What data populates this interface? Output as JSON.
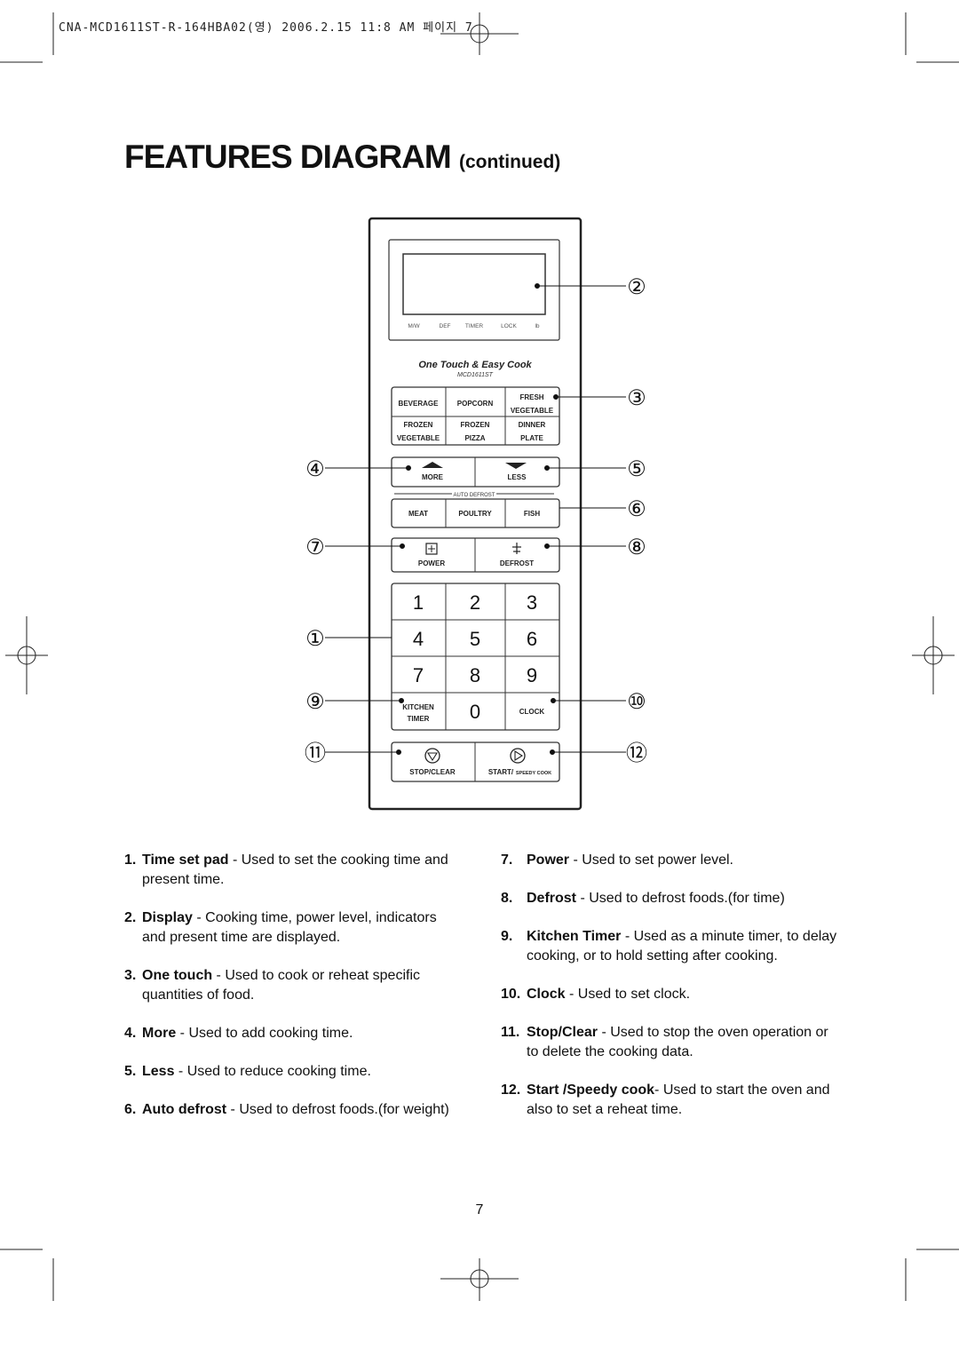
{
  "header": {
    "print_info": "CNA-MCD1611ST-R-164HBA02(영) 2006.2.15 11:8 AM 페이지 7"
  },
  "title": {
    "main": "FEATURES DIAGRAM",
    "sub": "(continued)"
  },
  "panel": {
    "indicators": [
      "M/W",
      "DEF",
      "TIMER",
      "LOCK",
      "lb"
    ],
    "brand": "One Touch & Easy Cook",
    "model": "MCD1611ST",
    "one_touch": [
      [
        "BEVERAGE",
        "POPCORN",
        "FRESH VEGETABLE"
      ],
      [
        "FROZEN VEGETABLE",
        "FROZEN PIZZA",
        "DINNER PLATE"
      ]
    ],
    "more": "MORE",
    "less": "LESS",
    "auto_defrost": "AUTO DEFROST",
    "defrost_items": [
      "MEAT",
      "POULTRY",
      "FISH"
    ],
    "power": "POWER",
    "defrost": "DEFROST",
    "keypad": [
      "1",
      "2",
      "3",
      "4",
      "5",
      "6",
      "7",
      "8",
      "9"
    ],
    "kitchen_timer": "KITCHEN TIMER",
    "zero": "0",
    "clock": "CLOCK",
    "stop_clear": "STOP/CLEAR",
    "start": "START/",
    "speedy": "SPEEDY COOK"
  },
  "callouts": [
    "②",
    "③",
    "④",
    "⑤",
    "⑥",
    "⑦",
    "⑧",
    "①",
    "⑨",
    "⑩",
    "⑪",
    "⑫"
  ],
  "descriptions_left": [
    {
      "num": "1.",
      "term": "Time set pad",
      "text": " - Used to set the cooking time and present time."
    },
    {
      "num": "2.",
      "term": "Display",
      "text": " - Cooking time, power level, indicators and present time are displayed."
    },
    {
      "num": "3.",
      "term": "One touch",
      "text": " - Used to cook or reheat specific quantities of food."
    },
    {
      "num": "4.",
      "term": "More",
      "text": " - Used to add cooking time."
    },
    {
      "num": "5.",
      "term": "Less",
      "text": " - Used to reduce cooking time."
    },
    {
      "num": "6.",
      "term": "Auto defrost",
      "text": " - Used to defrost foods.(for weight)"
    }
  ],
  "descriptions_right": [
    {
      "num": "7.",
      "term": "Power",
      "text": " - Used to set power level."
    },
    {
      "num": "8.",
      "term": "Defrost",
      "text": " - Used to defrost foods.(for time)"
    },
    {
      "num": "9.",
      "term": "Kitchen Timer",
      "text": " - Used as a minute timer, to delay cooking, or to hold setting after cooking."
    },
    {
      "num": "10.",
      "term": "Clock",
      "text": " - Used to set clock."
    },
    {
      "num": "11.",
      "term": "Stop/Clear",
      "text": " - Used to stop the oven operation or to delete the cooking data."
    },
    {
      "num": "12.",
      "term": "Start /Speedy cook",
      "text": "- Used to start the oven and also to set a reheat time."
    }
  ],
  "page_number": "7"
}
